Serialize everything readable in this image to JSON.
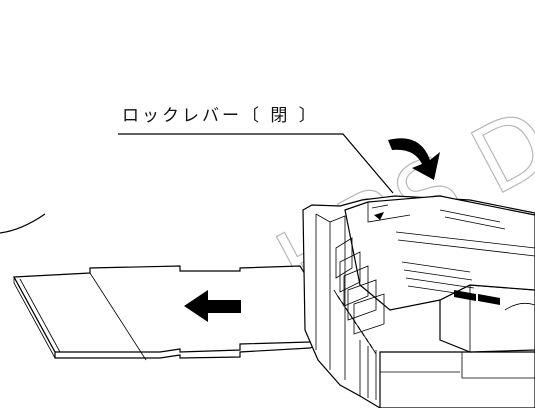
{
  "callout": {
    "label": "ロックレバー〔 閉 〕"
  },
  "watermark": {
    "text": "HRS D"
  },
  "icons": {
    "rotate_arrow": "curved-arrow-clockwise",
    "insert_arrow": "arrow-left"
  }
}
